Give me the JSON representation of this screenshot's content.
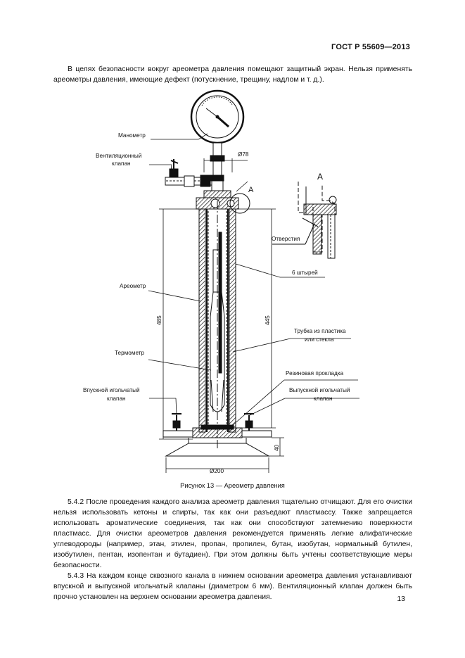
{
  "header": {
    "doc_code": "ГОСТ Р 55609—2013"
  },
  "intro": {
    "text": "В целях безопасности вокруг ареометра давления помещают защитный экран. Нельзя применять ареометры давления, имеющие дефект (потускнение, трещину, надлом и т. д.)."
  },
  "figure": {
    "labels": {
      "manometer": "Манометр",
      "vent_valve_1": "Вентиляционный",
      "vent_valve_2": "клапан",
      "diam78": "Ø78",
      "view_a": "A",
      "view_a_detail": "A",
      "hole": "Отверстия",
      "studs": "6 штырей",
      "areometer": "Ареометр",
      "tube_1": "Трубка из пластика",
      "tube_2": "или стекла",
      "thermometer": "Термометр",
      "gasket": "Резиновая прокладка",
      "inlet_1": "Впускной игольчатый",
      "inlet_2": "клапан",
      "outlet_1": "Выпускной игольчатый",
      "outlet_2": "клапан",
      "dim_485": "485",
      "dim_445": "445",
      "dim_40": "40",
      "diam200": "Ø200"
    },
    "caption": "Рисунок 13 — Ареометр давления"
  },
  "body": {
    "p1": "5.4.2 После проведения каждого анализа ареометр давления тщательно отчищают. Для его очистки нельзя использовать кетоны и спирты, так как они разъедают пластмассу. Также запрещается использовать ароматические соединения, так как они способствуют затемнению поверхности пластмасс. Для очистки ареометров давления рекомендуется применять легкие алифатические углеводороды (например, этан, этилен, пропан, пропилен, бутан, изобутан, нормальный бутилен, изобутилен, пентан, изопентан и бутадиен). При этом должны быть учтены соответствующие меры безопасности.",
    "p2": "5.4.3 На каждом конце сквозного канала в нижнем основании ареометра давления устанавливают впускной и выпускной игольчатый клапаны (диаметром 6 мм). Вентиляционный клапан должен быть прочно установлен на верхнем основании ареометра давления."
  },
  "footer": {
    "page_number": "13"
  }
}
